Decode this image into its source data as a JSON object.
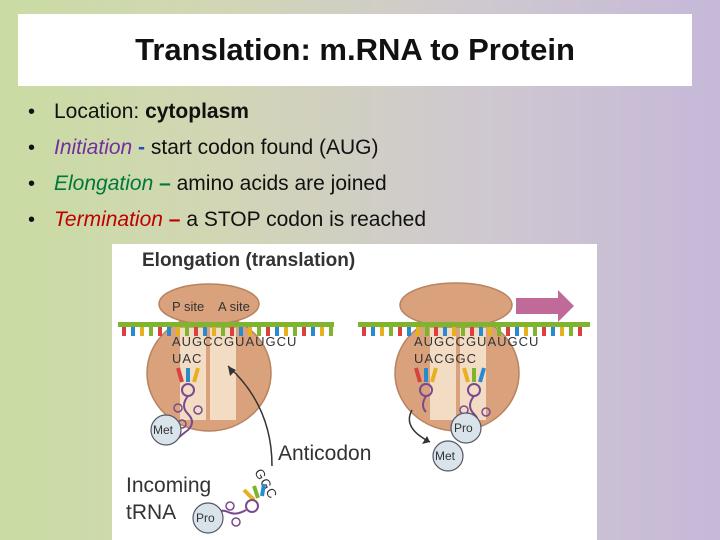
{
  "slide": {
    "title": "Translation: m.RNA to Protein",
    "bullets": [
      {
        "bullet": "•",
        "label": "Location: ",
        "value": "cytoplasm"
      },
      {
        "bullet": "•",
        "term": "Initiation",
        "sep": " - ",
        "text": "start codon found (AUG)"
      },
      {
        "bullet": "•",
        "term": "Elongation",
        "sep": " – ",
        "text": "amino acids are joined"
      },
      {
        "bullet": "•",
        "term": "Termination",
        "sep": " – ",
        "text": "a STOP codon is reached"
      }
    ]
  },
  "figure": {
    "title": "Elongation (translation)",
    "p_site": "P site",
    "a_site": "A site",
    "mrna_left": "AUGCCGUAUGCU",
    "anticodon_left": "UAC",
    "mrna_right": "AUGCCGUAUGCU",
    "anticodon_right": "UACGGC",
    "met": "Met",
    "pro": "Pro",
    "anticodon_label": "Anticodon",
    "incoming_line1": "Incoming",
    "incoming_line2": "tRNA",
    "incoming_anticodon": "GGC"
  },
  "colors": {
    "mrna_strand": "#7fb52e",
    "ribosome": "#d9a27c",
    "ribosome_outline": "#b8835e",
    "site_shade": "#f3dcc4",
    "movement_arrow": "#c06a9a",
    "amino_acid": "#d9e3ea",
    "trna_loop": "#7a4a8c"
  }
}
